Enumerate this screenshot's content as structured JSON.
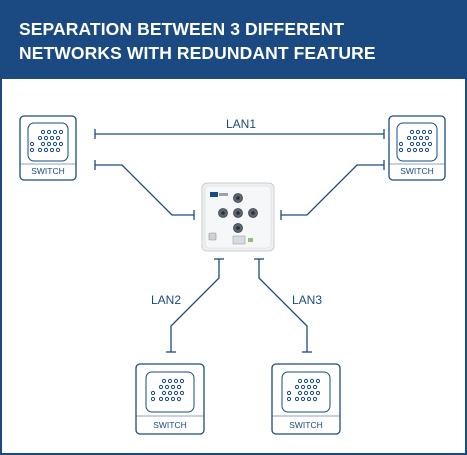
{
  "header": {
    "title_line1": "SEPARATION BETWEEN 3 DIFFERENT",
    "title_line2": "NETWORKS WITH REDUNDANT FEATURE"
  },
  "switches": [
    {
      "label": "SWITCH"
    },
    {
      "label": "SWITCH"
    },
    {
      "label": "SWITCH"
    },
    {
      "label": "SWITCH"
    }
  ],
  "links": {
    "lan1": "LAN1",
    "lan2": "LAN2",
    "lan3": "LAN3"
  },
  "colors": {
    "brand": "#1b4a82",
    "line": "#1b4a82",
    "device_body": "#eef0f2"
  },
  "icons": {
    "switch": "switch-icon",
    "central_device": "industrial-switch-device"
  }
}
